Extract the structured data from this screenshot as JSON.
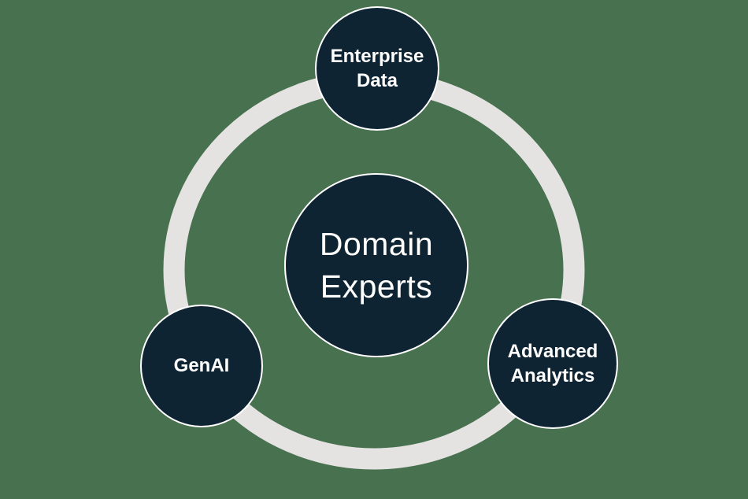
{
  "diagram": {
    "type": "hub-and-spoke-ring",
    "colors": {
      "background": "#47714F",
      "ring": "#E5E3E2",
      "node_fill": "#0E2433",
      "node_border": "#FFFFFF",
      "text": "#FFFFFF"
    },
    "center_node": {
      "label": "Domain Experts",
      "lines": [
        "Domain",
        "Experts"
      ]
    },
    "satellite_nodes": [
      {
        "id": "enterprise-data",
        "label": "Enterprise Data",
        "lines": [
          "Enterprise",
          "Data"
        ],
        "position": "top"
      },
      {
        "id": "genai",
        "label": "GenAI",
        "lines": [
          "GenAI"
        ],
        "position": "bottom-left"
      },
      {
        "id": "advanced-analytics",
        "label": "Advanced Analytics",
        "lines": [
          "Advanced",
          "Analytics"
        ],
        "position": "bottom-right"
      }
    ]
  }
}
